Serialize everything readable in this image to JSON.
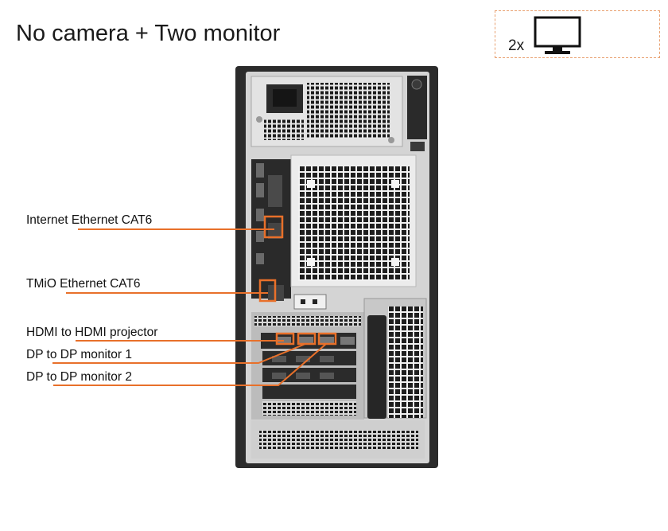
{
  "title": "No camera + Two monitor",
  "badge": {
    "count": "2x",
    "icon": "monitor-icon"
  },
  "connections": [
    {
      "label": "Internet Ethernet CAT6"
    },
    {
      "label": "TMiO Ethernet CAT6"
    },
    {
      "label": "HDMI to HDMI projector"
    },
    {
      "label": "DP to DP monitor 1"
    },
    {
      "label": "DP to DP monitor 2"
    }
  ],
  "colors": {
    "callout": "#e8702a",
    "chassis": "#2b2b2b",
    "panel": "#d0d0d0",
    "vent": "#1e1e1e"
  }
}
